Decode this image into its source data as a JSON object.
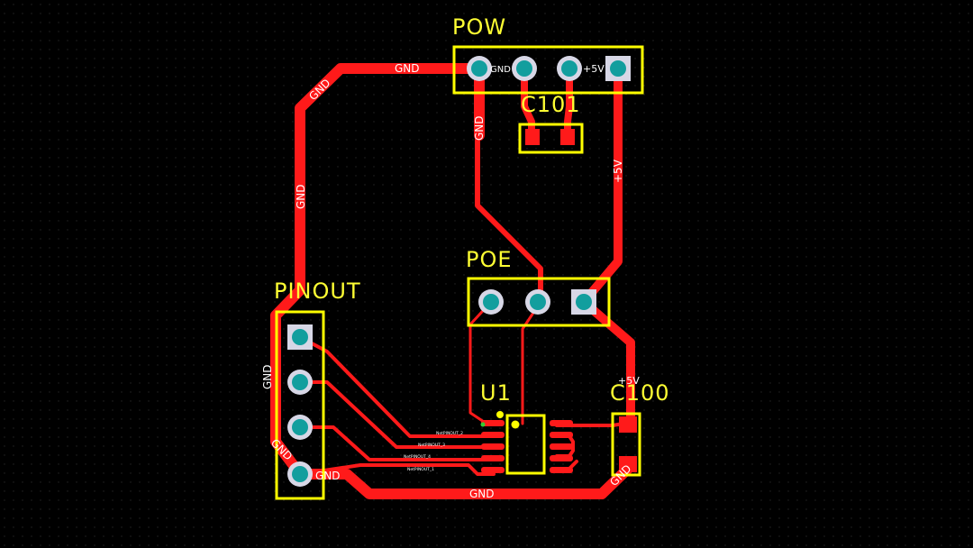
{
  "colors": {
    "background": "#000000",
    "grid": "#1a1a1a",
    "copper": "#ff1a1a",
    "silkscreen": "#ffff33",
    "pad_ring": "#d7d7e6",
    "pad_hole": "#129e9e",
    "pad_smd": "#ff1a1a"
  },
  "components": {
    "pow": {
      "ref": "POW"
    },
    "c101": {
      "ref": "C101"
    },
    "poe": {
      "ref": "POE"
    },
    "pinout": {
      "ref": "PINOUT"
    },
    "u1": {
      "ref": "U1"
    },
    "c100": {
      "ref": "C100"
    }
  },
  "nets": {
    "gnd_top": "GND",
    "gnd_diag": "GND",
    "gnd_left": "GND",
    "gnd_pow_drop": "GND",
    "gnd_pow_pad": "GND",
    "vcc_pow_pad": "+5V",
    "vcc_right": "+5V",
    "gnd_pinout_side": "GND",
    "gnd_pinout_corner": "GND",
    "gnd_pinout_pad": "GND",
    "gnd_bottom": "GND",
    "vcc_c100": "+5V",
    "gnd_c100": "GND"
  },
  "u1_pin_labels": [
    "NetPINOUT_2",
    "NetPINOUT_3",
    "NetPINOUT_4",
    "NetPINOUT_1"
  ]
}
